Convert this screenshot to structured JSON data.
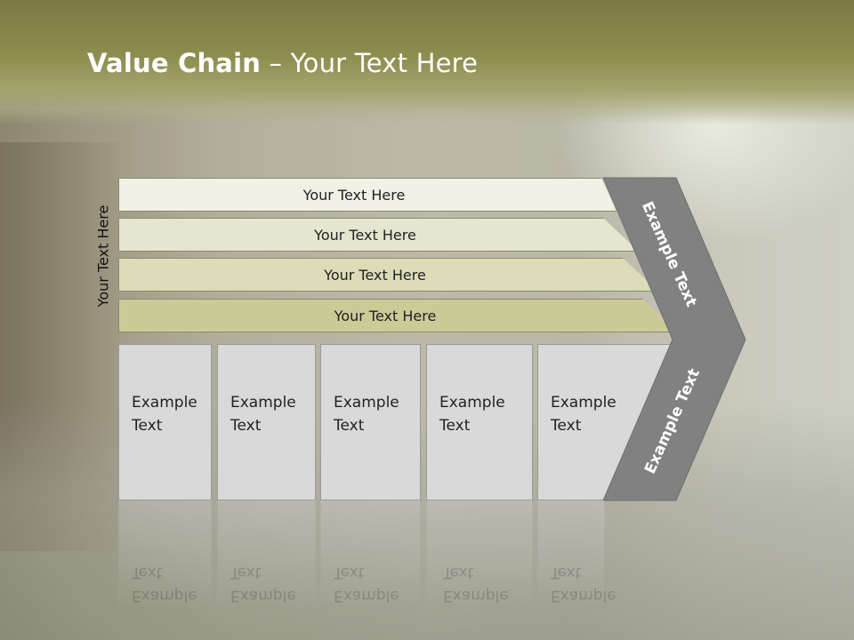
{
  "slide": {
    "title_bold": "Value Chain",
    "title_rest": " – Your Text Here",
    "side_label": "Your Text Here",
    "bands": [
      {
        "label": "Your Text Here",
        "color": "#f1f1e5"
      },
      {
        "label": "Your Text Here",
        "color": "#e6e6d0"
      },
      {
        "label": "Your Text Here",
        "color": "#dcdcb9"
      },
      {
        "label": "Your Text Here",
        "color": "#cbcb98"
      }
    ],
    "boxes": [
      {
        "line1": "Example",
        "line2": "Text"
      },
      {
        "line1": "Example",
        "line2": "Text"
      },
      {
        "line1": "Example",
        "line2": "Text"
      },
      {
        "line1": "Example",
        "line2": "Text"
      },
      {
        "line1": "Example",
        "line2": "Text"
      }
    ],
    "chevron_upper_label": "Example Text",
    "chevron_lower_label": "Example Text",
    "colors": {
      "header": "#8d8d4f",
      "chevron": "#808080",
      "box": "#d9d9d9"
    }
  }
}
